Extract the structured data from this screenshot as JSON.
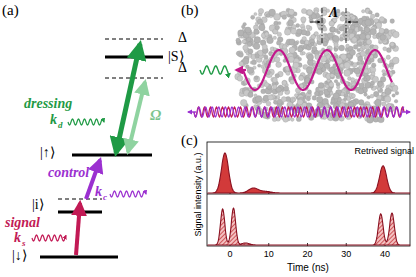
{
  "diagram": {
    "labels": [
      "(a)",
      "|S⟩",
      "Δ",
      "Δ",
      "dressing",
      "k",
      "d",
      "Ω",
      "|↑⟩",
      "control",
      "k",
      "c",
      "|i⟩",
      "signal",
      "k",
      "s",
      "|↓⟩",
      "(b)",
      "Λ",
      "(c)",
      "Signal intensity (a.u.)",
      "Retrived signal",
      "0",
      "10",
      "20",
      "30",
      "40",
      "Time (ns)"
    ]
  }
}
